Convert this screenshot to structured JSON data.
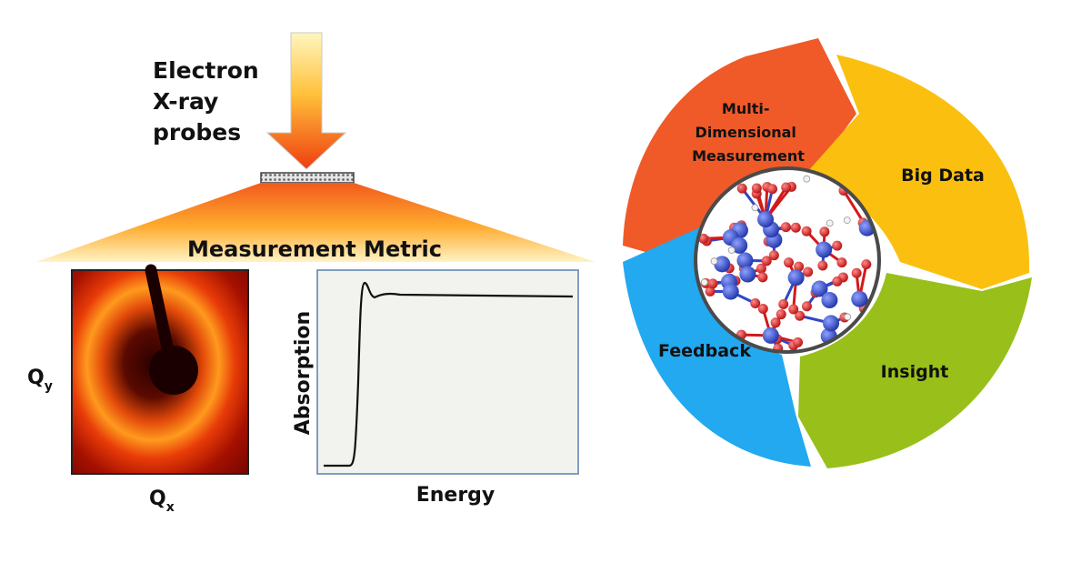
{
  "probes": {
    "line1": "Electron",
    "line2": "X-ray",
    "line3": "probes"
  },
  "metric_title": "Measurement Metric",
  "diffraction": {
    "qy_label": "Q",
    "qy_sub": "y",
    "qx_label": "Q",
    "qx_sub": "x"
  },
  "absorption_plot": {
    "xlabel": "Energy",
    "ylabel": "Absorption"
  },
  "cycle": {
    "segments": [
      {
        "label_lines": [
          "Multi-",
          "Dimensional",
          "Measurement"
        ],
        "color": "#f05a28"
      },
      {
        "label_lines": [
          "Big Data"
        ],
        "color": "#fbbf0f"
      },
      {
        "label_lines": [
          "Insight"
        ],
        "color": "#99bf1b"
      },
      {
        "label_lines": [
          "Feedback"
        ],
        "color": "#22a9f0"
      }
    ]
  },
  "colors": {
    "arrow_top": "#ffe47a",
    "arrow_bottom": "#f04a12",
    "ring_outer": "#cc2200",
    "atom_blue": "#2a45c8",
    "atom_red": "#d81d1d"
  }
}
